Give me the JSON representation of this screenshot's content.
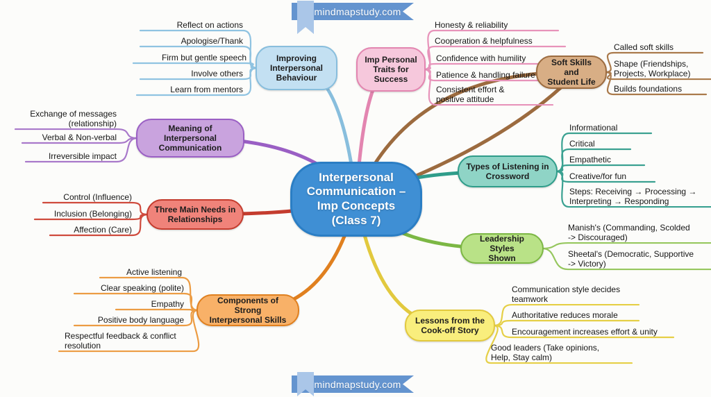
{
  "banner": {
    "text": "mindmapstudy.com",
    "bar_color": "#6494cf",
    "bookmark_color": "#aac6e8"
  },
  "center": {
    "title": "Interpersonal\nCommunication –\nImp Concepts\n(Class 7)",
    "fill": "#3f8fd4",
    "border": "#2b7ec4",
    "text_color": "#ffffff"
  },
  "branches": [
    {
      "id": "improving-interpersonal-behaviour",
      "label": "Improving\nInterpersonal\nBehaviour",
      "fill": "#c3e0f2",
      "border": "#88bedd",
      "line": "#8fc3e1",
      "leaves": [
        {
          "text": "Reflect on actions"
        },
        {
          "text": "Apologise/Thank"
        },
        {
          "text": "Firm but gentle speech"
        },
        {
          "text": "Involve others"
        },
        {
          "text": "Learn from mentors"
        }
      ]
    },
    {
      "id": "imp-personal-traits-for-success",
      "label": "Imp Personal\nTraits for\nSuccess",
      "fill": "#f6c8dc",
      "border": "#e385b0",
      "line": "#e793ba",
      "leaves": [
        {
          "text": "Honesty & reliability"
        },
        {
          "text": "Cooperation & helpfulness"
        },
        {
          "text": "Confidence with humility"
        },
        {
          "text": "Patience & handling failure"
        },
        {
          "text": "Consistent effort &\npositive attitude"
        }
      ]
    },
    {
      "id": "soft-skills-and-student-life",
      "label": "Soft Skills and\nStudent Life",
      "fill": "#d8ae85",
      "border": "#9c6b3f",
      "line": "#aa7a4b",
      "leaves": [
        {
          "text": "Called soft skills"
        },
        {
          "text": "Shape (Friendships,\nProjects, Workplace)"
        },
        {
          "text": "Builds foundations"
        }
      ]
    },
    {
      "id": "types-of-listening-in-crossword",
      "label": "Types of Listening in\nCrossword",
      "fill": "#8fd4c6",
      "border": "#2f9d8a",
      "line": "#3aa191",
      "leaves": [
        {
          "text": "Informational"
        },
        {
          "text": "Critical"
        },
        {
          "text": "Empathetic"
        },
        {
          "text": "Creative/for fun"
        },
        {
          "text": "Steps: Receiving → Processing →\nInterpreting → Responding"
        }
      ]
    },
    {
      "id": "leadership-styles-shown",
      "label": "Leadership Styles\nShown",
      "fill": "#b9e287",
      "border": "#7cb744",
      "line": "#96c75e",
      "leaves": [
        {
          "text": "Manish's (Commanding, Scolded\n-> Discouraged)"
        },
        {
          "text": "Sheetal's (Democratic, Supportive\n-> Victory)"
        }
      ]
    },
    {
      "id": "lessons-from-the-cook-off-story",
      "label": "Lessons from the\nCook-off Story",
      "fill": "#f9ee7d",
      "border": "#e2c93e",
      "line": "#e5cf46",
      "leaves": [
        {
          "text": "Communication style decides\nteamwork"
        },
        {
          "text": "Authoritative reduces morale"
        },
        {
          "text": "Encouragement increases effort & unity"
        },
        {
          "text": "Good leaders (Take opinions,\nHelp, Stay calm)"
        }
      ]
    },
    {
      "id": "components-of-strong-interpersonal-skills",
      "label": "Components of Strong\nInterpersonal Skills",
      "fill": "#f8b168",
      "border": "#e0801f",
      "line": "#ec9c43",
      "leaves": [
        {
          "text": "Active listening"
        },
        {
          "text": "Clear speaking (polite)"
        },
        {
          "text": "Empathy"
        },
        {
          "text": "Positive body language"
        },
        {
          "text": "Respectful feedback & conflict\nresolution"
        }
      ]
    },
    {
      "id": "three-main-needs-in-relationships",
      "label": "Three Main Needs in\nRelationships",
      "fill": "#f0837a",
      "border": "#c43c2e",
      "line": "#cf4a3c",
      "leaves": [
        {
          "text": "Control (Influence)"
        },
        {
          "text": "Inclusion (Belonging)"
        },
        {
          "text": "Affection (Care)"
        }
      ]
    },
    {
      "id": "meaning-of-interpersonal-communication",
      "label": "Meaning of\nInterpersonal\nCommunication",
      "fill": "#c9a3de",
      "border": "#9a5fc4",
      "line": "#a878ca",
      "leaves": [
        {
          "text": "Exchange of messages\n(relationship)"
        },
        {
          "text": "Verbal & Non-verbal"
        },
        {
          "text": "Irreversible impact"
        }
      ]
    }
  ]
}
